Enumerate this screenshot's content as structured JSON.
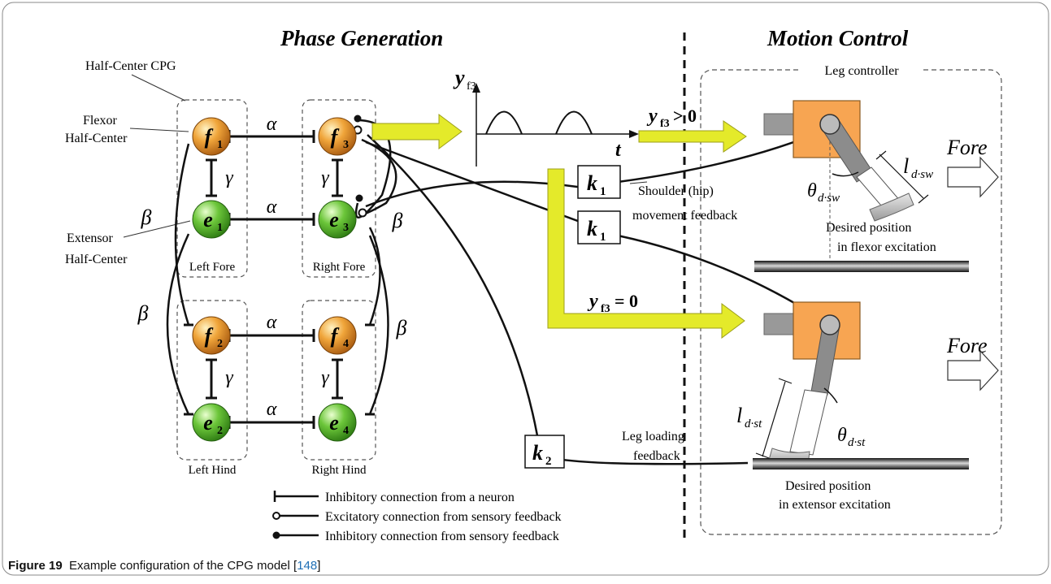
{
  "titles": {
    "phase_generation": "Phase Generation",
    "motion_control": "Motion Control",
    "leg_controller": "Leg controller"
  },
  "labels": {
    "half_center_cpg": "Half-Center CPG",
    "flexor_1": "Flexor",
    "flexor_2": "Half-Center",
    "extensor_1": "Extensor",
    "extensor_2": "Half-Center",
    "left_fore": "Left Fore",
    "right_fore": "Right Fore",
    "left_hind": "Left Hind",
    "right_hind": "Right Hind",
    "shoulder_1": "Shoulder (hip)",
    "shoulder_2": "movement feedback",
    "leg_loading_1": "Leg loading",
    "leg_loading_2": "feedback",
    "desired_flexor_1": "Desired position",
    "desired_flexor_2": "in flexor excitation",
    "desired_extensor_1": "Desired position",
    "desired_extensor_2": "in extensor excitation",
    "fore_1": "Fore",
    "fore_2": "Fore"
  },
  "symbols": {
    "alpha": "α",
    "beta": "β",
    "gamma": "γ",
    "theta": "θ",
    "l": "l",
    "t": "t",
    "y": "y",
    "sub_f3": "f3",
    "gt_zero": " > 0",
    "eq_zero": " = 0",
    "sub_dsw": "d·sw",
    "sub_dst": "d·st",
    "k": "k",
    "sub_1": "1",
    "sub_2": "2"
  },
  "neurons": {
    "f1": {
      "letter": "f",
      "sub": "1"
    },
    "f3": {
      "letter": "f",
      "sub": "3"
    },
    "e1": {
      "letter": "e",
      "sub": "1"
    },
    "e3": {
      "letter": "e",
      "sub": "3"
    },
    "f2": {
      "letter": "f",
      "sub": "2"
    },
    "f4": {
      "letter": "f",
      "sub": "4"
    },
    "e2": {
      "letter": "e",
      "sub": "2"
    },
    "e4": {
      "letter": "e",
      "sub": "4"
    }
  },
  "legend": [
    "Inhibitory connection from a neuron",
    "Excitatory connection from sensory feedback",
    "Inhibitory connection from sensory feedback"
  ],
  "caption": {
    "figure": "Figure 19",
    "text": "Example configuration of the CPG model [",
    "ref": "148",
    "close": "]"
  },
  "colors": {
    "flexor": "#e08a1e",
    "extensor": "#57b82a",
    "arrow_yellow": "#e4ea2a",
    "body_orange": "#f7a552",
    "limb_gray": "#8c8c8c"
  }
}
